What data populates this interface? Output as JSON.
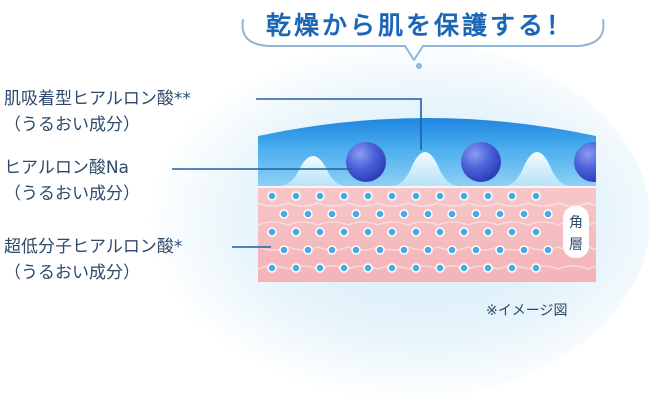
{
  "headline": "乾燥から肌を保護する！",
  "labels": [
    {
      "name": "肌吸着型ヒアルロン酸**",
      "sub": "（うるおい成分）"
    },
    {
      "name": "ヒアルロン酸Na",
      "sub": "（うるおい成分）"
    },
    {
      "name": "超低分子ヒアルロン酸*",
      "sub": "（うるおい成分）"
    }
  ],
  "layer_label": "角層",
  "caption": "※イメージ図",
  "colors": {
    "accent_blue": "#1a67b8",
    "film_blue": "#3aa0e8",
    "skin_pink": "#f5bcc0",
    "text": "#2d4a6b",
    "leader_line": "#1f5fa8"
  }
}
